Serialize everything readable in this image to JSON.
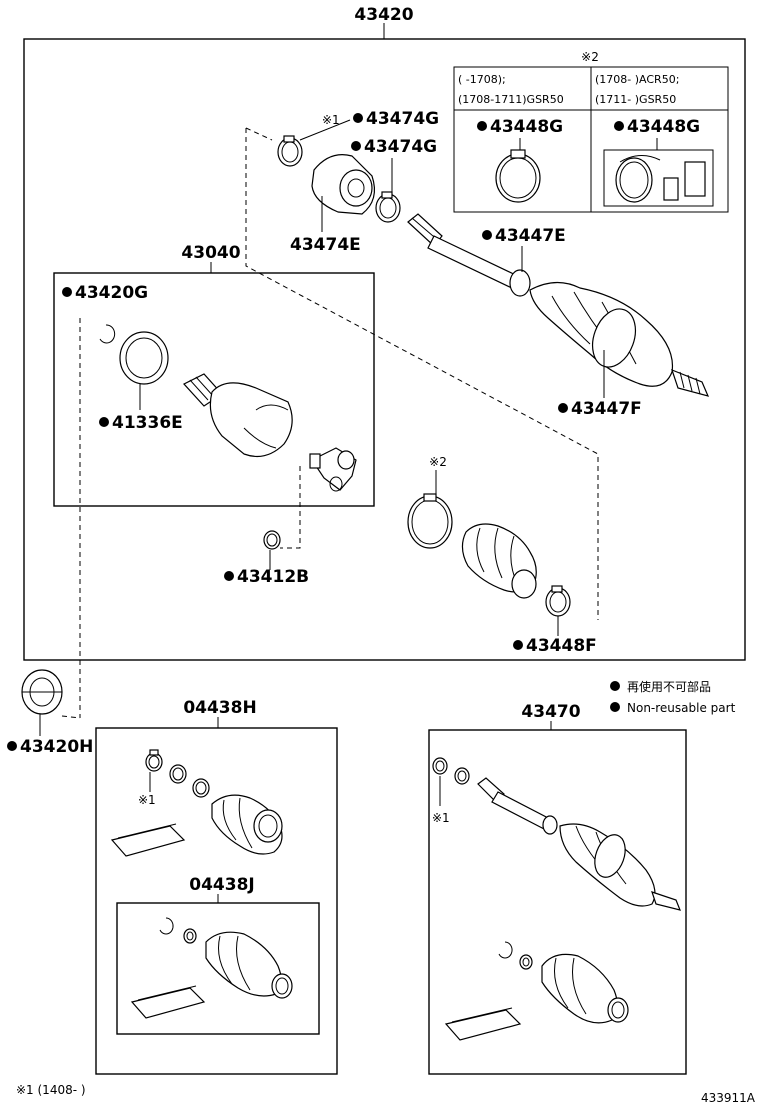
{
  "labels": {
    "p43420": "43420",
    "p43474G_a": "43474G",
    "p43474G_b": "43474G",
    "p43474E": "43474E",
    "p43448G_a": "43448G",
    "p43448G_b": "43448G",
    "p43447E": "43447E",
    "p43447F": "43447F",
    "p43040": "43040",
    "p43420G": "43420G",
    "p41336E": "41336E",
    "p43412B": "43412B",
    "p43448F": "43448F",
    "p43420H": "43420H",
    "p04438H": "04438H",
    "p04438J": "04438J",
    "p43470": "43470"
  },
  "notes": {
    "mark1": "※1",
    "mark2": "※2",
    "table_hdr_left_1": "(      -1708);",
    "table_hdr_left_2": "(1708-1711)GSR50",
    "table_hdr_right_1": "(1708-      )ACR50;",
    "table_hdr_right_2": "(1711-      )GSR50",
    "legend_jp": "再使用不可部品",
    "legend_en": "Non-reusable part",
    "footnote": "※1 (1408-        )",
    "figure_code": "433911A"
  }
}
